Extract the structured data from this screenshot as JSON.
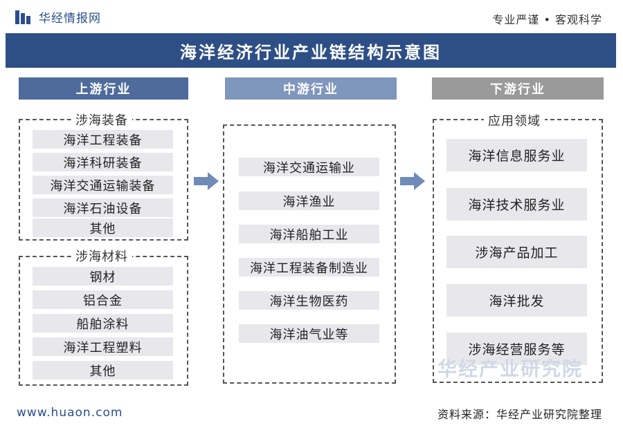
{
  "header": {
    "logo_text": "华经情报网",
    "slogan": "专业严谨 • 客观科学"
  },
  "title": "海洋经济行业产业链结构示意图",
  "columns": {
    "upstream": {
      "header": "上游行业",
      "groups": [
        {
          "title": "涉海装备",
          "items": [
            "海洋工程装备",
            "海洋科研装备",
            "海洋交通运输装备",
            "海洋石油设备",
            "其他"
          ]
        },
        {
          "title": "涉海材料",
          "items": [
            "钢材",
            "铝合金",
            "船舶涂料",
            "海洋工程塑料",
            "其他"
          ]
        }
      ]
    },
    "midstream": {
      "header": "中游行业",
      "items": [
        "海洋交通运输业",
        "海洋渔业",
        "海洋船舶工业",
        "海洋工程装备制造业",
        "海洋生物医药",
        "海洋油气业等"
      ]
    },
    "downstream": {
      "header": "下游行业",
      "group_title": "应用领域",
      "items": [
        "海洋信息服务业",
        "海洋技术服务业",
        "涉海产品加工",
        "海洋批发",
        "涉海经营服务等"
      ]
    }
  },
  "watermark": "华经产业研究院",
  "footer": {
    "url": "www.huaon.com",
    "source": "资料来源：华经产业研究院整理"
  },
  "colors": {
    "title_bar": "#2e4f86",
    "upstream_header": "#4f6b9c",
    "midstream_header": "#7f96bd",
    "downstream_header": "#9a9a9a",
    "arrow": "#6f8bb8"
  }
}
